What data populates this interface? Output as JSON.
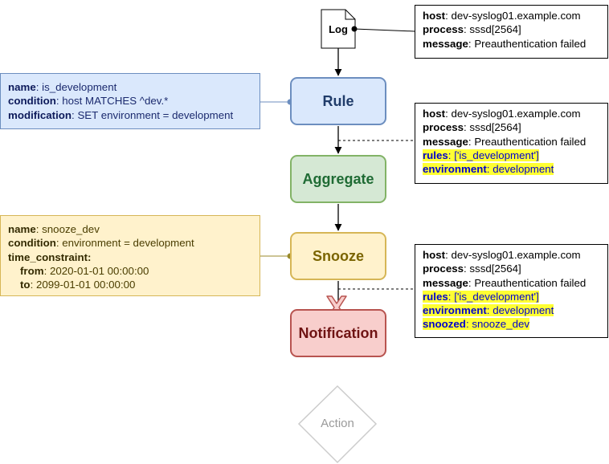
{
  "nodes": {
    "log": "Log",
    "rule": "Rule",
    "aggregate": "Aggregate",
    "snooze": "Snooze",
    "notification": "Notification",
    "action": "Action"
  },
  "log_message": {
    "host_key": "host",
    "host_value": "dev-syslog01.example.com",
    "process_key": "process",
    "process_value": "sssd[2564]",
    "message_key": "message",
    "message_value": "Preauthentication failed"
  },
  "rule_config": {
    "name_key": "name",
    "name_value": "is_development",
    "condition_key": "condition",
    "condition_value": "host MATCHES ^dev.*",
    "modification_key": "modification",
    "modification_value": "SET environment = development"
  },
  "after_rule": {
    "host_key": "host",
    "host_value": "dev-syslog01.example.com",
    "process_key": "process",
    "process_value": "sssd[2564]",
    "message_key": "message",
    "message_value": "Preauthentication failed",
    "rules_key": "rules",
    "rules_value": "['is_development']",
    "environment_key": "environment",
    "environment_value": "development"
  },
  "snooze_config": {
    "name_key": "name",
    "name_value": "snooze_dev",
    "condition_key": "condition",
    "condition_value": "environment = development",
    "time_constraint_key": "time_constraint:",
    "from_key": "from",
    "from_value": "2020-01-01 00:00:00",
    "to_key": "to",
    "to_value": "2099-01-01 00:00:00"
  },
  "after_snooze": {
    "host_key": "host",
    "host_value": "dev-syslog01.example.com",
    "process_key": "process",
    "process_value": "sssd[2564]",
    "message_key": "message",
    "message_value": "Preauthentication failed",
    "rules_key": "rules",
    "rules_value": "['is_development']",
    "environment_key": "environment",
    "environment_value": "development",
    "snoozed_key": "snoozed",
    "snoozed_value": "snooze_dev"
  },
  "colors": {
    "rule": "#dae8fc",
    "aggregate": "#d5e8d4",
    "snooze": "#fff2cc",
    "notification": "#f8cecc",
    "highlight": "#ffff33",
    "blocked_cross": "#f8cecc"
  },
  "icons": {
    "blocked": "x-cross-icon",
    "log": "document-icon"
  }
}
